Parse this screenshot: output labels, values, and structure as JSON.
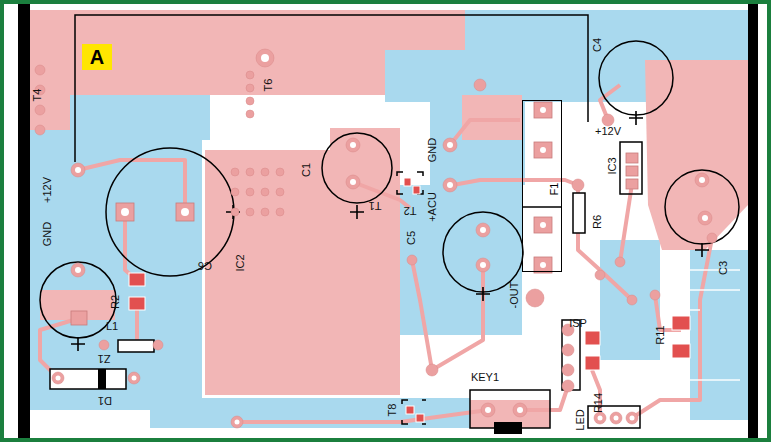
{
  "diagram": {
    "nodes": [
      {
        "text": [
          "A"
        ]
      },
      {
        "text": [
          "F1"
        ]
      }
    ],
    "labels": [
      "T4",
      "T6",
      "C4",
      "+12V",
      "IC3",
      "GND",
      "C1",
      "T1",
      "T2",
      "+ACU",
      "C5",
      "C3",
      "R6",
      "+12V",
      "GND",
      "IC2",
      "C6",
      "R2",
      "L1",
      "Z1",
      "D1",
      "-OUT",
      "ISP",
      "R11",
      "KEY1",
      "R14",
      "LED",
      "T8"
    ]
  }
}
